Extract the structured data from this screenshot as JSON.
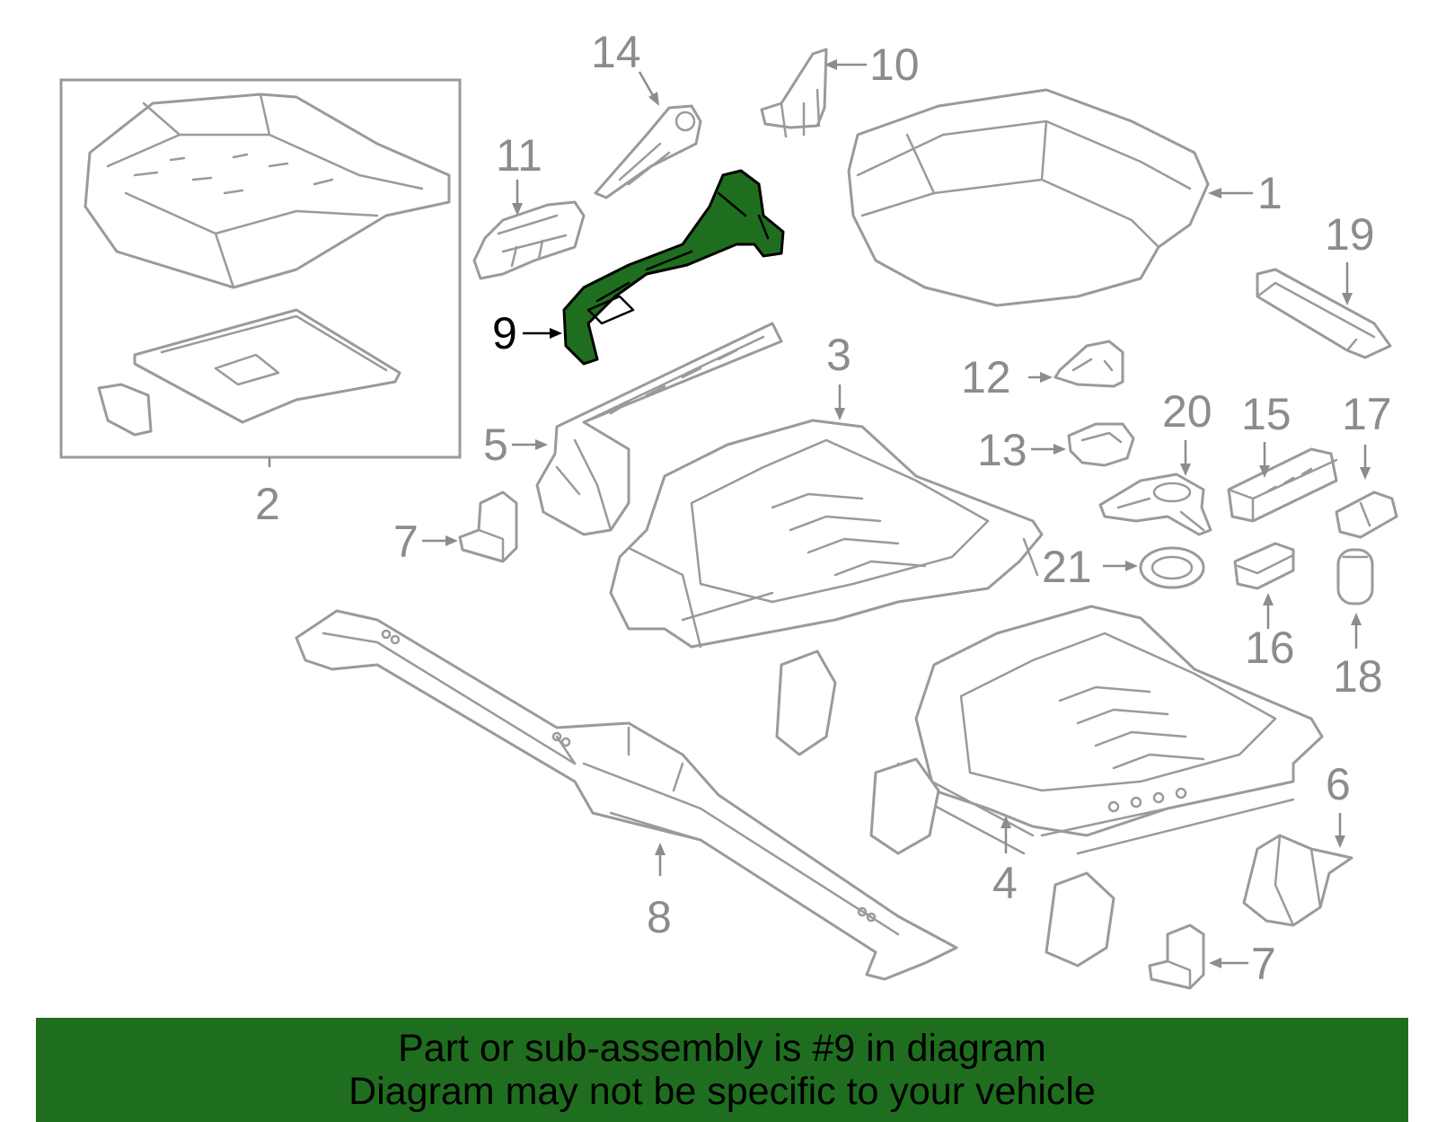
{
  "callouts": [
    "1",
    "2",
    "3",
    "4",
    "5",
    "6",
    "7",
    "8",
    "9",
    "10",
    "11",
    "12",
    "13",
    "14",
    "15",
    "16",
    "17",
    "18",
    "19",
    "20",
    "21",
    "7"
  ],
  "highlighted_part": "9",
  "banner": {
    "line1": "Part or sub-assembly is #9 in diagram",
    "line2": "Diagram may not be specific to your vehicle"
  },
  "colors": {
    "highlight": "#1f6e1f",
    "line_art": "#9a9a9a",
    "callout_text": "#8c8c8c",
    "background": "#ffffff"
  }
}
